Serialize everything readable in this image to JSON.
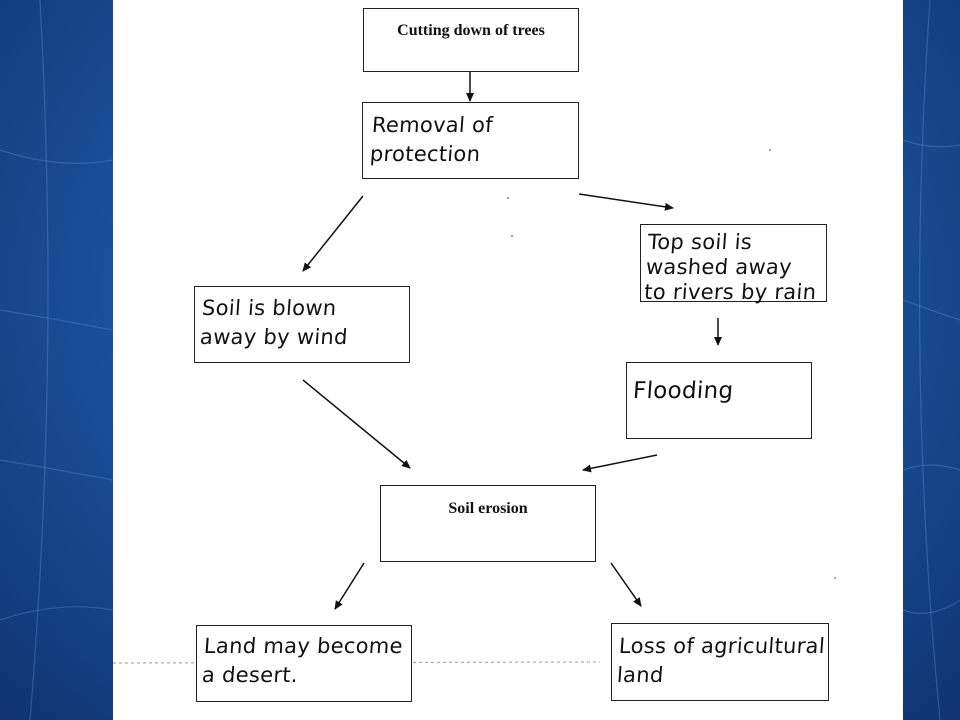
{
  "nodes": {
    "cutting_trees": "Cutting down of trees",
    "removal_protection": "Removal of\nprotection",
    "blown_by_wind": "Soil is blown\naway by wind",
    "washed_by_rain": "Top soil is\nwashed away\nto rivers by rain",
    "flooding": "Flooding",
    "soil_erosion": "Soil erosion",
    "desert": "Land may become\na desert.",
    "loss_agri": "Loss of agricultural\nland"
  },
  "colors": {
    "background": "#1a4f9a",
    "paper": "#ffffff",
    "ink": "#111111"
  }
}
